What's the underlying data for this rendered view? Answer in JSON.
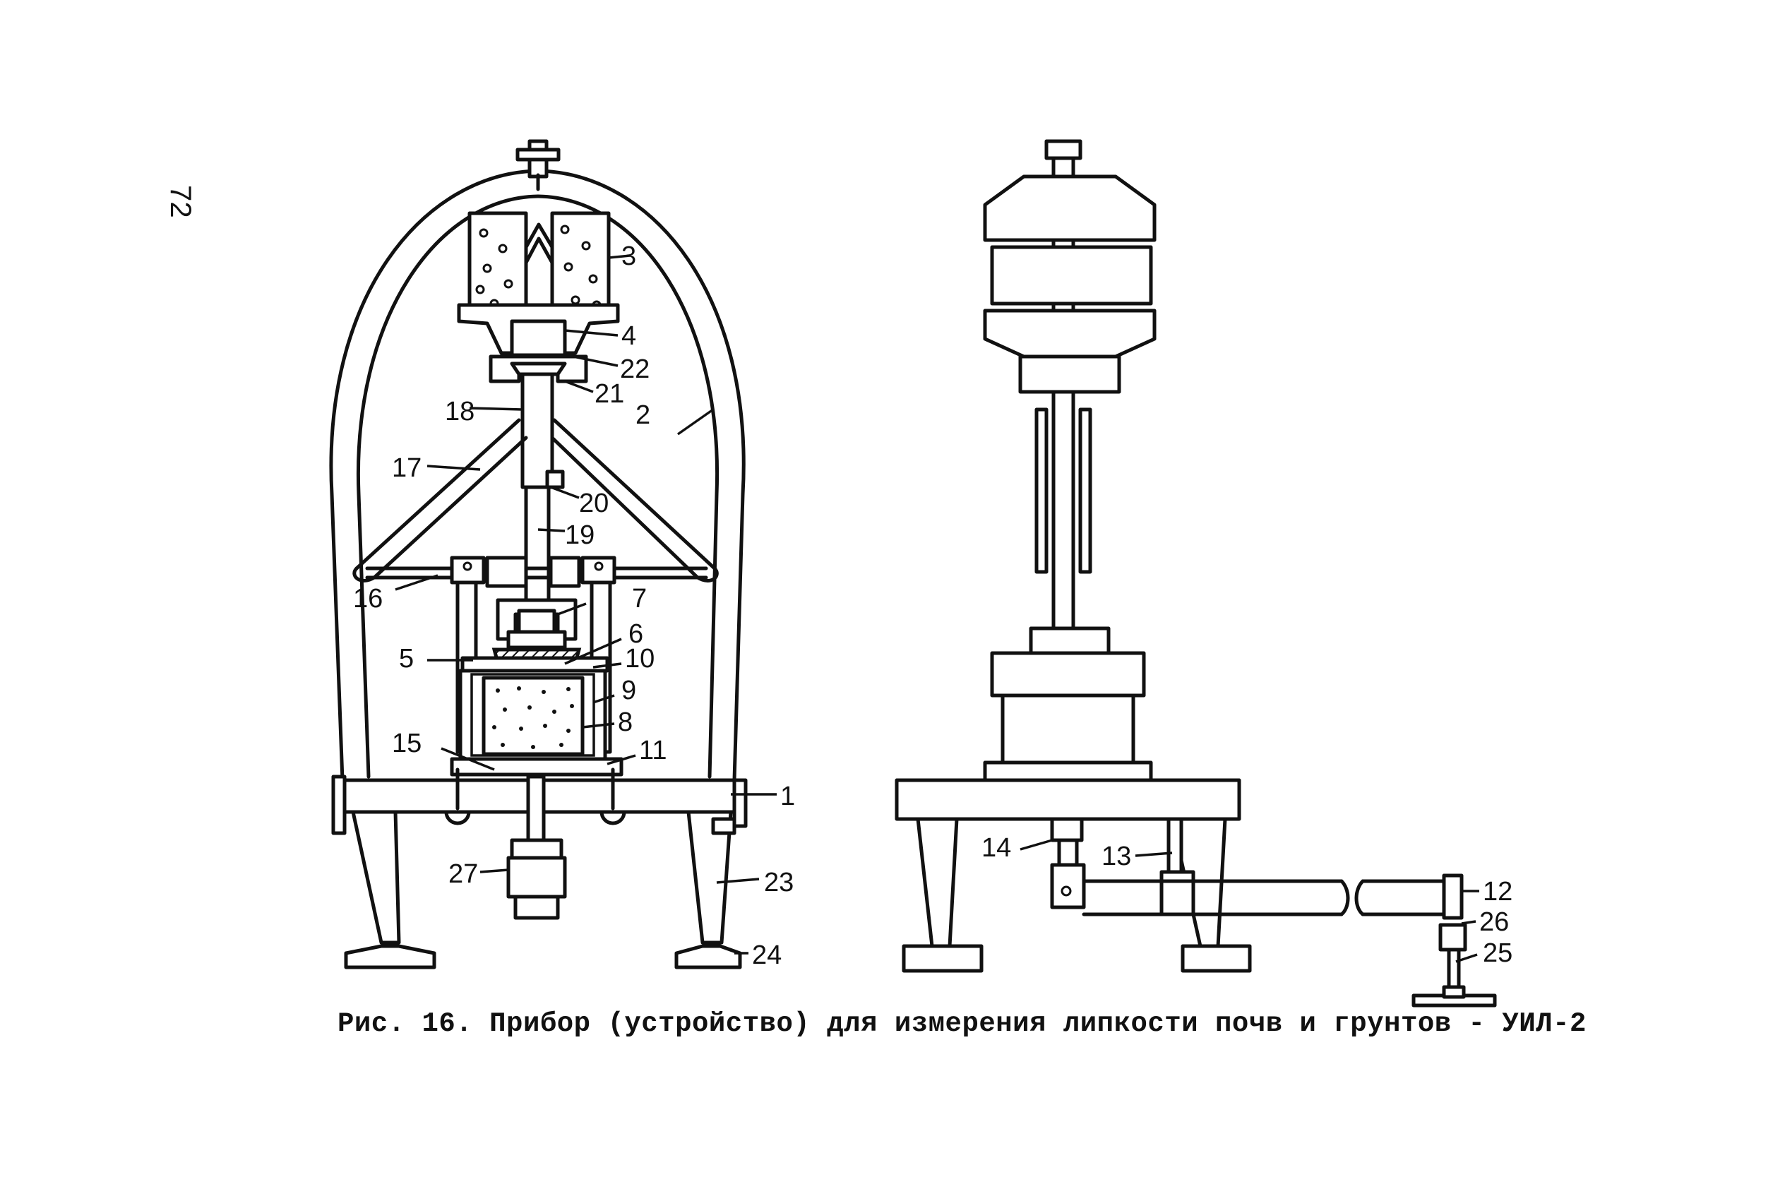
{
  "page_number": "72",
  "caption": "Рис. 16. Прибор (устройство) для измерения липкости почв и грунтов - УИЛ-2",
  "left_view": {
    "labels": [
      "1",
      "2",
      "3",
      "4",
      "5",
      "6",
      "7",
      "8",
      "9",
      "10",
      "11",
      "15",
      "16",
      "17",
      "18",
      "19",
      "20",
      "21",
      "22",
      "23",
      "24",
      "27"
    ]
  },
  "right_view": {
    "labels": [
      "12",
      "13",
      "14",
      "25",
      "26"
    ]
  }
}
